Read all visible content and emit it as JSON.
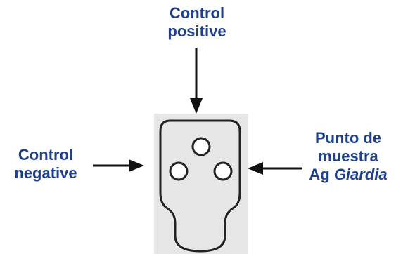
{
  "labels": {
    "control_positive": [
      "Control",
      "positive"
    ],
    "control_negative": [
      "Control",
      "negative"
    ],
    "sample_spot": {
      "line1": "Punto de",
      "line2": "muestra",
      "line3_prefix": "Ag ",
      "line3_italic": "Giardia"
    }
  },
  "colors": {
    "label_text": "#1f3f8f",
    "arrow": "#111111",
    "device_background": "#e6e6e6",
    "device_outline": "#222222",
    "well_fill": "#ffffff"
  }
}
